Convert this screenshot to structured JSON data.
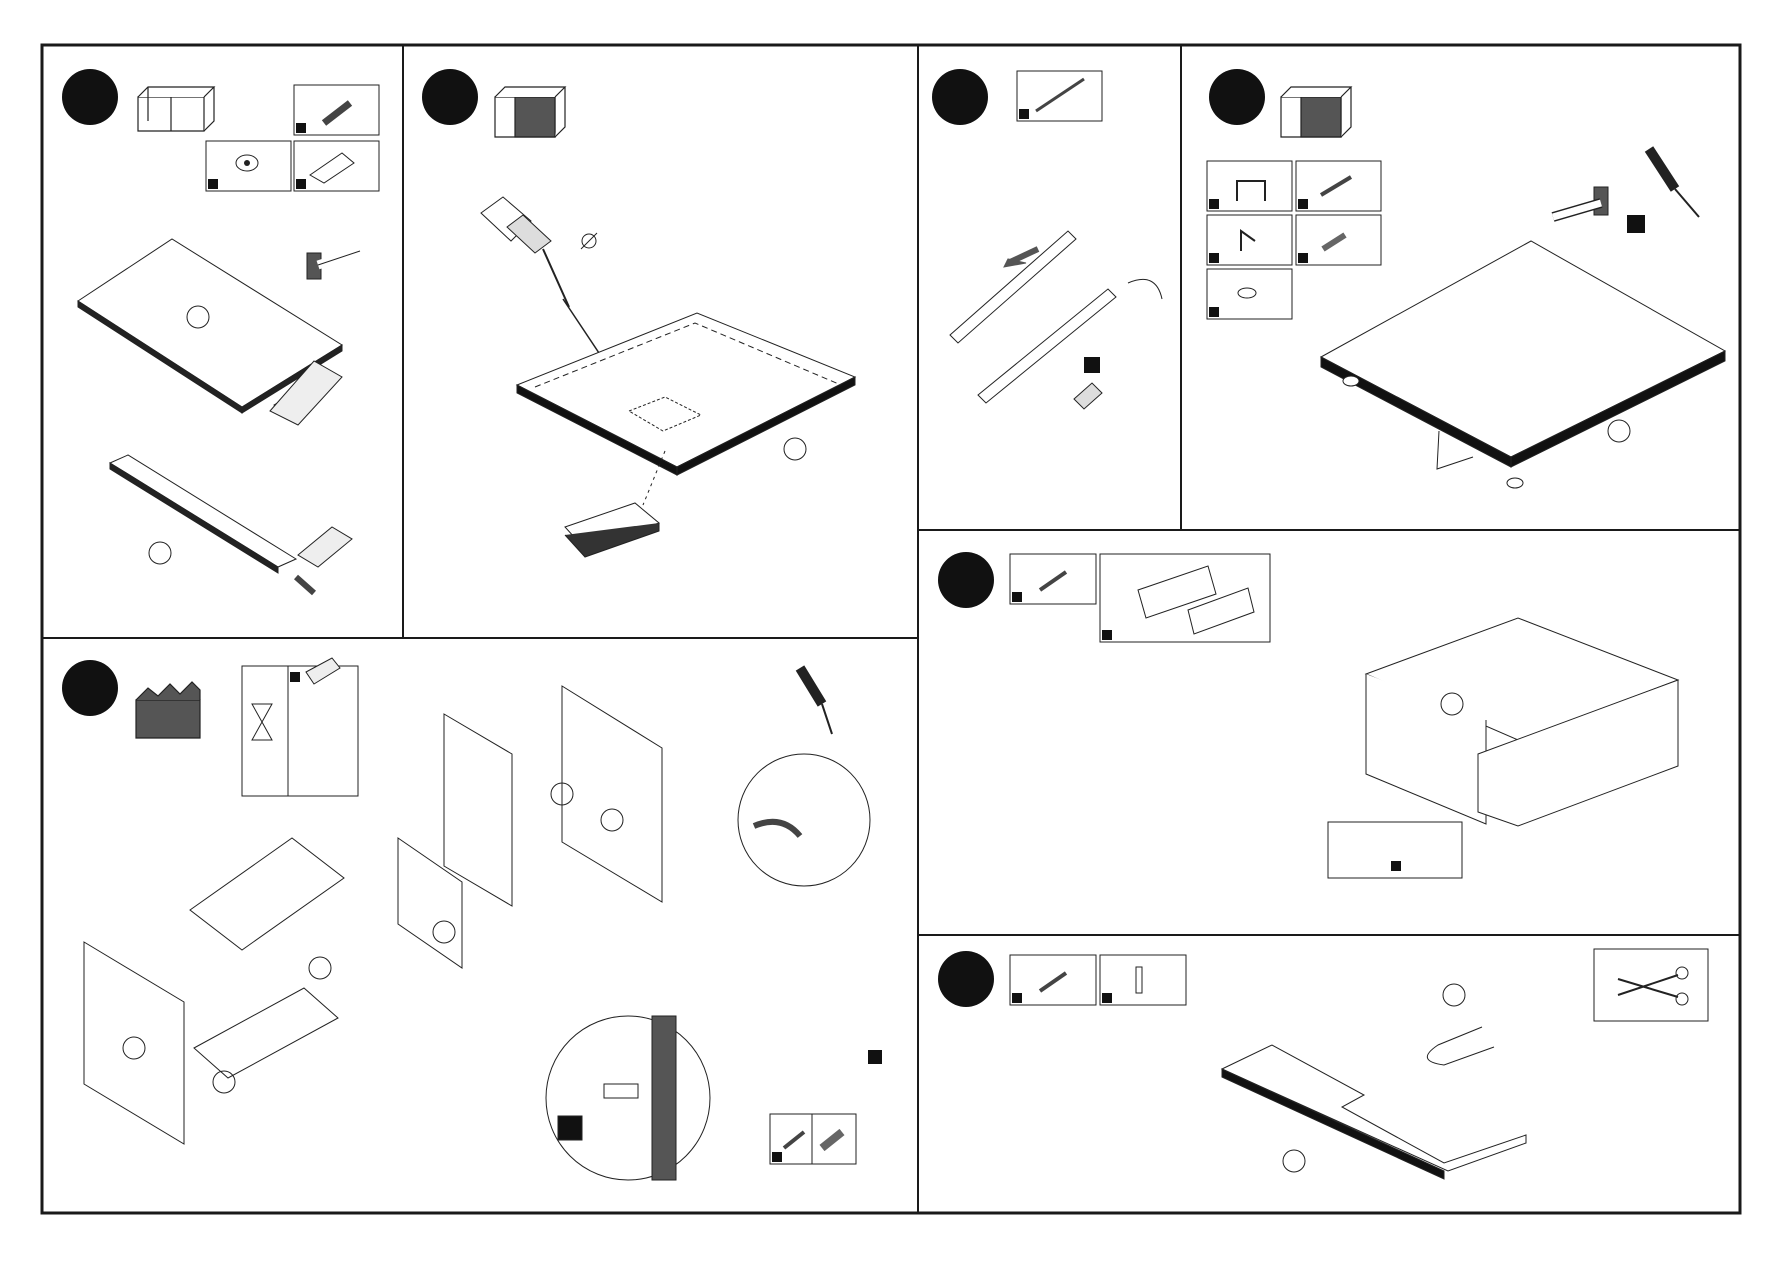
{
  "sheet": {
    "kind": "furniture assembly instructions",
    "line_color": "#1a1a1a",
    "badge_color": "#111111",
    "fill_dark": "#3a3a3a",
    "fill_light": "#ffffff"
  },
  "steps": [
    {
      "id": "glue-dowels",
      "icons": [
        "cabinet-frame-icon",
        "threaded-dowel-icon",
        "cam-lock-icon",
        "glue-tube-icon",
        "hammer-icon"
      ]
    },
    {
      "id": "drill-holes",
      "icons": [
        "cabinet-side-icon",
        "power-drill-icon",
        "drill-template-icon"
      ]
    },
    {
      "id": "telescopic-rod",
      "icons": [
        "rod-icon",
        "rod-end-cap-icon"
      ]
    },
    {
      "id": "fit-handles-feet",
      "icons": [
        "cabinet-frame-icon",
        "handle-icon",
        "screw-icon",
        "bracket-icon",
        "dowel-icon",
        "foot-pad-icon",
        "hammer-icon",
        "screwdriver-icon"
      ]
    },
    {
      "id": "assemble-carcass",
      "icons": [
        "cabinet-open-icon",
        "hourglass-icon",
        "glue-tube-icon",
        "screwdriver-icon",
        "screw-icon",
        "dowel-icon"
      ]
    },
    {
      "id": "fit-drawer-runners",
      "icons": [
        "screw-icon",
        "drawer-runner-icon"
      ]
    },
    {
      "id": "fit-edge-trim",
      "icons": [
        "screw-icon",
        "angle-bracket-icon",
        "edge-trim-icon",
        "scissors-icon"
      ]
    }
  ]
}
